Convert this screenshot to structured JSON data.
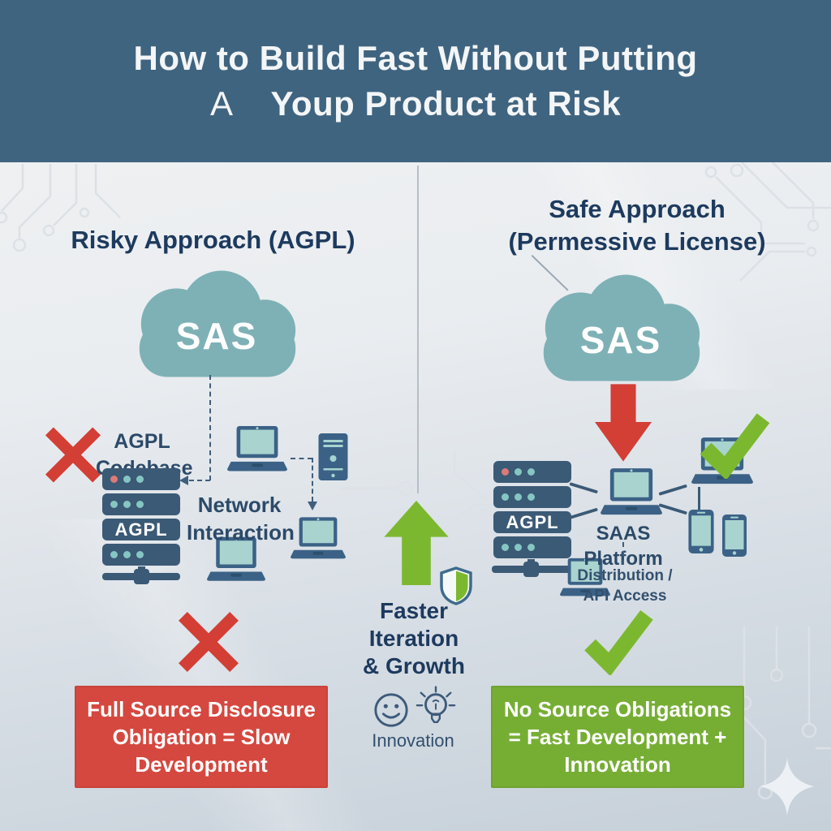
{
  "header": {
    "title_line1": "How to Build Fast Without Putting",
    "title_line2_prefix": "A",
    "title_line2": "Youp Product at Risk"
  },
  "left": {
    "heading": "Risky Approach (AGPL)",
    "cloud_label": "SAS",
    "codebase_line1": "AGPL",
    "codebase_line2": "Codebase",
    "server_badge": "AGPL",
    "network_line1": "Network",
    "network_line2": "Interaction",
    "banner": "Full Source Disclosure Obligation = Slow Development"
  },
  "center": {
    "growth_line1": "Faster",
    "growth_line2": "Iteration",
    "growth_line3": "& Growth",
    "innovation": "Innovation"
  },
  "right": {
    "heading_line1": "Safe Approach",
    "heading_line2": "(Permessive License)",
    "cloud_label": "SAS",
    "server_badge": "AGPL",
    "platform_label": "SAAS Platform",
    "distribution_line1": "Distribution /",
    "distribution_line2": "API Access",
    "banner": "No Source Obligations = Fast Development + Innovation"
  },
  "colors": {
    "header_bg": "#3f6480",
    "accent_red": "#d33e35",
    "banner_red": "#d5483f",
    "accent_green": "#7cb82f",
    "banner_green": "#76ae34",
    "cloud_teal": "#7eb1b6",
    "device_blue": "#3b6286",
    "server_navy": "#3b5a76",
    "heading_navy": "#1d3a5e"
  },
  "icons": {
    "cross": "✕",
    "check": "✓",
    "arrow_up": "↑",
    "arrow_down": "↓",
    "cloud": "☁",
    "shield": "🛡",
    "smiley": "☺",
    "lightbulb": "💡",
    "sparkle": "✦"
  }
}
